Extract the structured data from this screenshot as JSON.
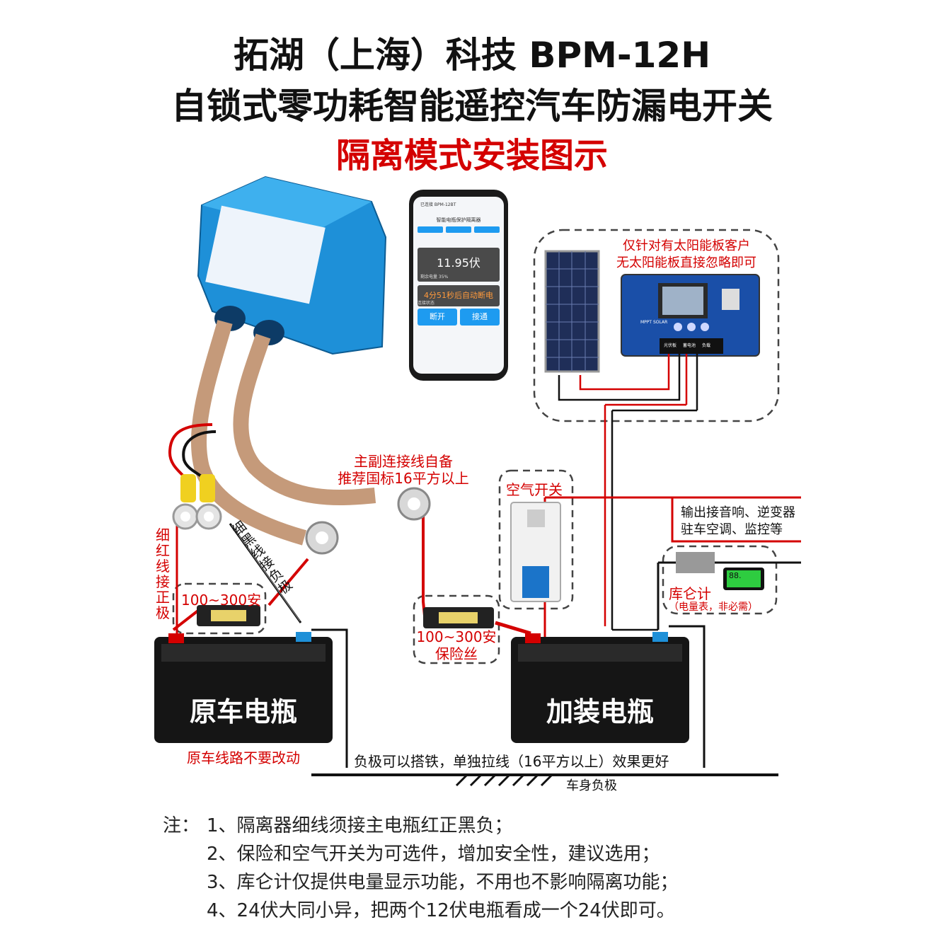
{
  "header": {
    "line1": "拓湖（上海）科技  BPM-12H",
    "line2": "自锁式零功耗智能遥控汽车防漏电开关",
    "line3": "隔离模式安装图示"
  },
  "phone": {
    "status": "已连接 BPM-12BT",
    "app_title": "智能电瓶保护隔离器",
    "voltage": "11.95伏",
    "remaining": "剩余电量 35%",
    "countdown": "4分51秒后自动断电",
    "conn_status": "连接状态",
    "btn_off": "断开",
    "btn_on": "接通"
  },
  "solar": {
    "note_line1": "仅针对有太阳能板客户",
    "note_line2": "无太阳能板直接忽略即可",
    "controller_brand": "MPPT SOLAR",
    "port_pv": "光伏板",
    "port_battery": "蓄电池",
    "port_load": "负载"
  },
  "labels": {
    "main_wire_line1": "主副连接线自备",
    "main_wire_line2": "推荐国标16平方以上",
    "air_switch": "空气开关",
    "output_line1": "输出接音响、逆变器",
    "output_line2": "驻车空调、监控等",
    "coulomb": "库仑计",
    "coulomb_sub": "（电量表，非必需）",
    "coulomb_display": "88.",
    "thin_red": "细红线接正极",
    "thin_black": "细黑线接负极",
    "fuse1": "100~300安",
    "fuse2_line1": "100~300安",
    "fuse2_line2": "保险丝",
    "battery1": "原车电瓶",
    "battery2": "加装电瓶",
    "battery1_note": "原车线路不要改动",
    "ground_note": "负极可以搭铁，单独拉线（16平方以上）效果更好",
    "chassis": "车身负极"
  },
  "notes": {
    "prefix": "注：",
    "n1": "1、隔离器细线须接主电瓶红正黑负；",
    "n2": "2、保险和空气开关为可选件，增加安全性，建议选用；",
    "n3": "3、库仑计仅提供电量显示功能，不用也不影响隔离功能；",
    "n4": "4、24伏大同小异，把两个12伏电瓶看成一个24伏即可。"
  },
  "colors": {
    "accent_red": "#d40000",
    "device_blue": "#1e90d8",
    "battery_black": "#151515"
  }
}
